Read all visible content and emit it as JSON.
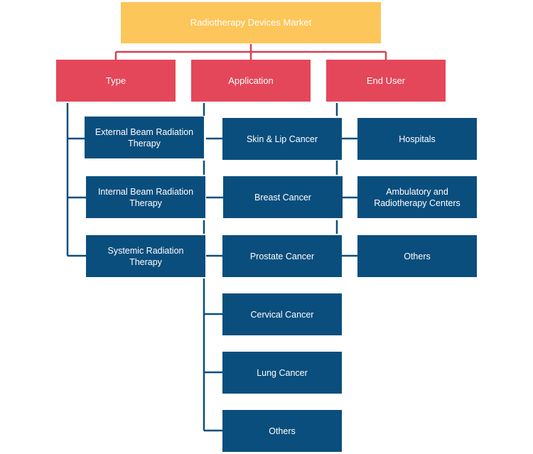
{
  "root": {
    "label": "Radiotherapy Devices Market"
  },
  "colors": {
    "root": "#fdc65a",
    "category": "#e4475a",
    "leaf": "#0a4e7d",
    "root_connector": "#d9404f",
    "leaf_connector": "#0a4e7d"
  },
  "categories": [
    {
      "label": "Type",
      "items": [
        "External Beam Radiation Therapy",
        "Internal Beam Radiation Therapy",
        "Systemic Radiation Therapy"
      ]
    },
    {
      "label": "Application",
      "items": [
        "Skin & Lip Cancer",
        "Breast Cancer",
        "Prostate Cancer",
        "Cervical Cancer",
        "Lung Cancer",
        "Others"
      ]
    },
    {
      "label": "End User",
      "items": [
        "Hospitals",
        "Ambulatory and Radiotherapy Centers",
        "Others"
      ]
    }
  ]
}
